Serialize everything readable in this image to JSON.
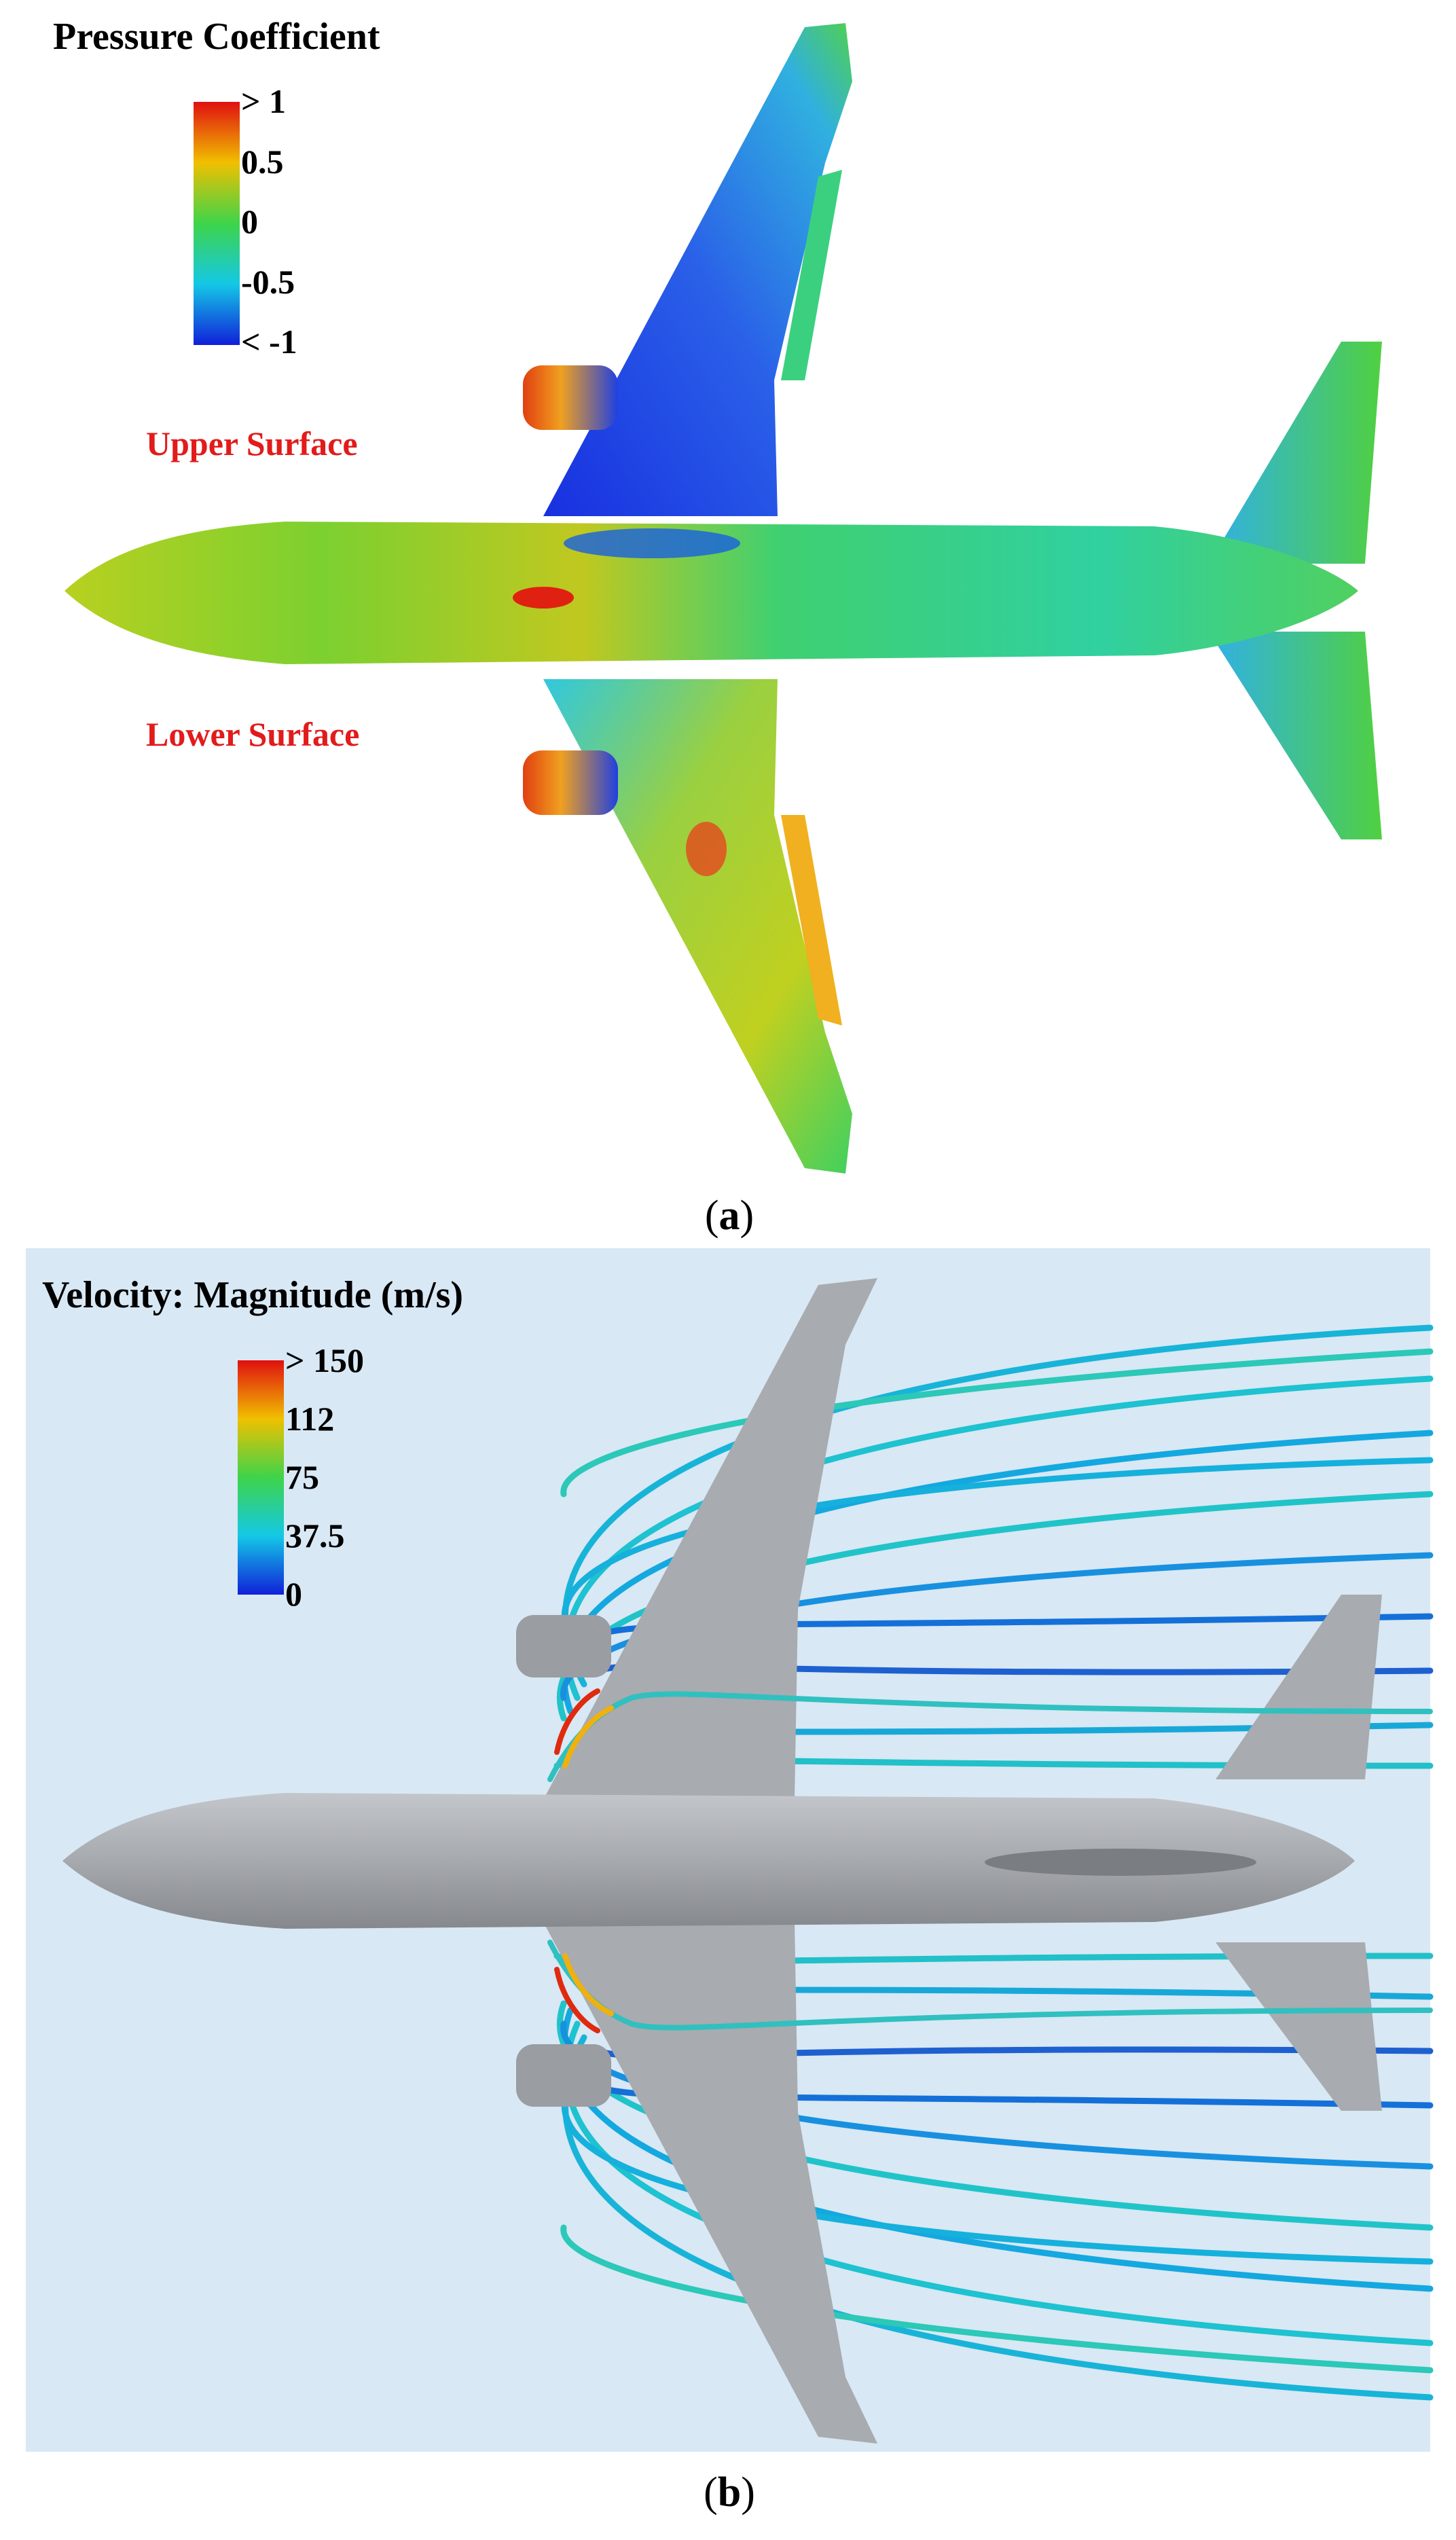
{
  "panel_a": {
    "title": "Pressure Coefficient",
    "legend_ticks": [
      "> 1",
      "0.5",
      "0",
      "-0.5",
      "< -1"
    ],
    "legend_colors": [
      "#e01010",
      "#f0c000",
      "#3ed44a",
      "#14c8e6",
      "#1020d8"
    ],
    "upper_label": "Upper Surface",
    "lower_label": "Lower Surface",
    "caption_open": "(",
    "caption_letter": "a",
    "caption_close": ")"
  },
  "panel_b": {
    "title": "Velocity: Magnitude (m/s)",
    "legend_ticks": [
      "> 150",
      "112",
      "75",
      "37.5",
      "0"
    ],
    "legend_colors": [
      "#e01010",
      "#f0c000",
      "#3ed44a",
      "#14c8e6",
      "#1020d8"
    ],
    "background_color": "#d8e8f4",
    "aircraft_color": "#a8abaf",
    "caption_open": "(",
    "caption_letter": "b",
    "caption_close": ")"
  }
}
